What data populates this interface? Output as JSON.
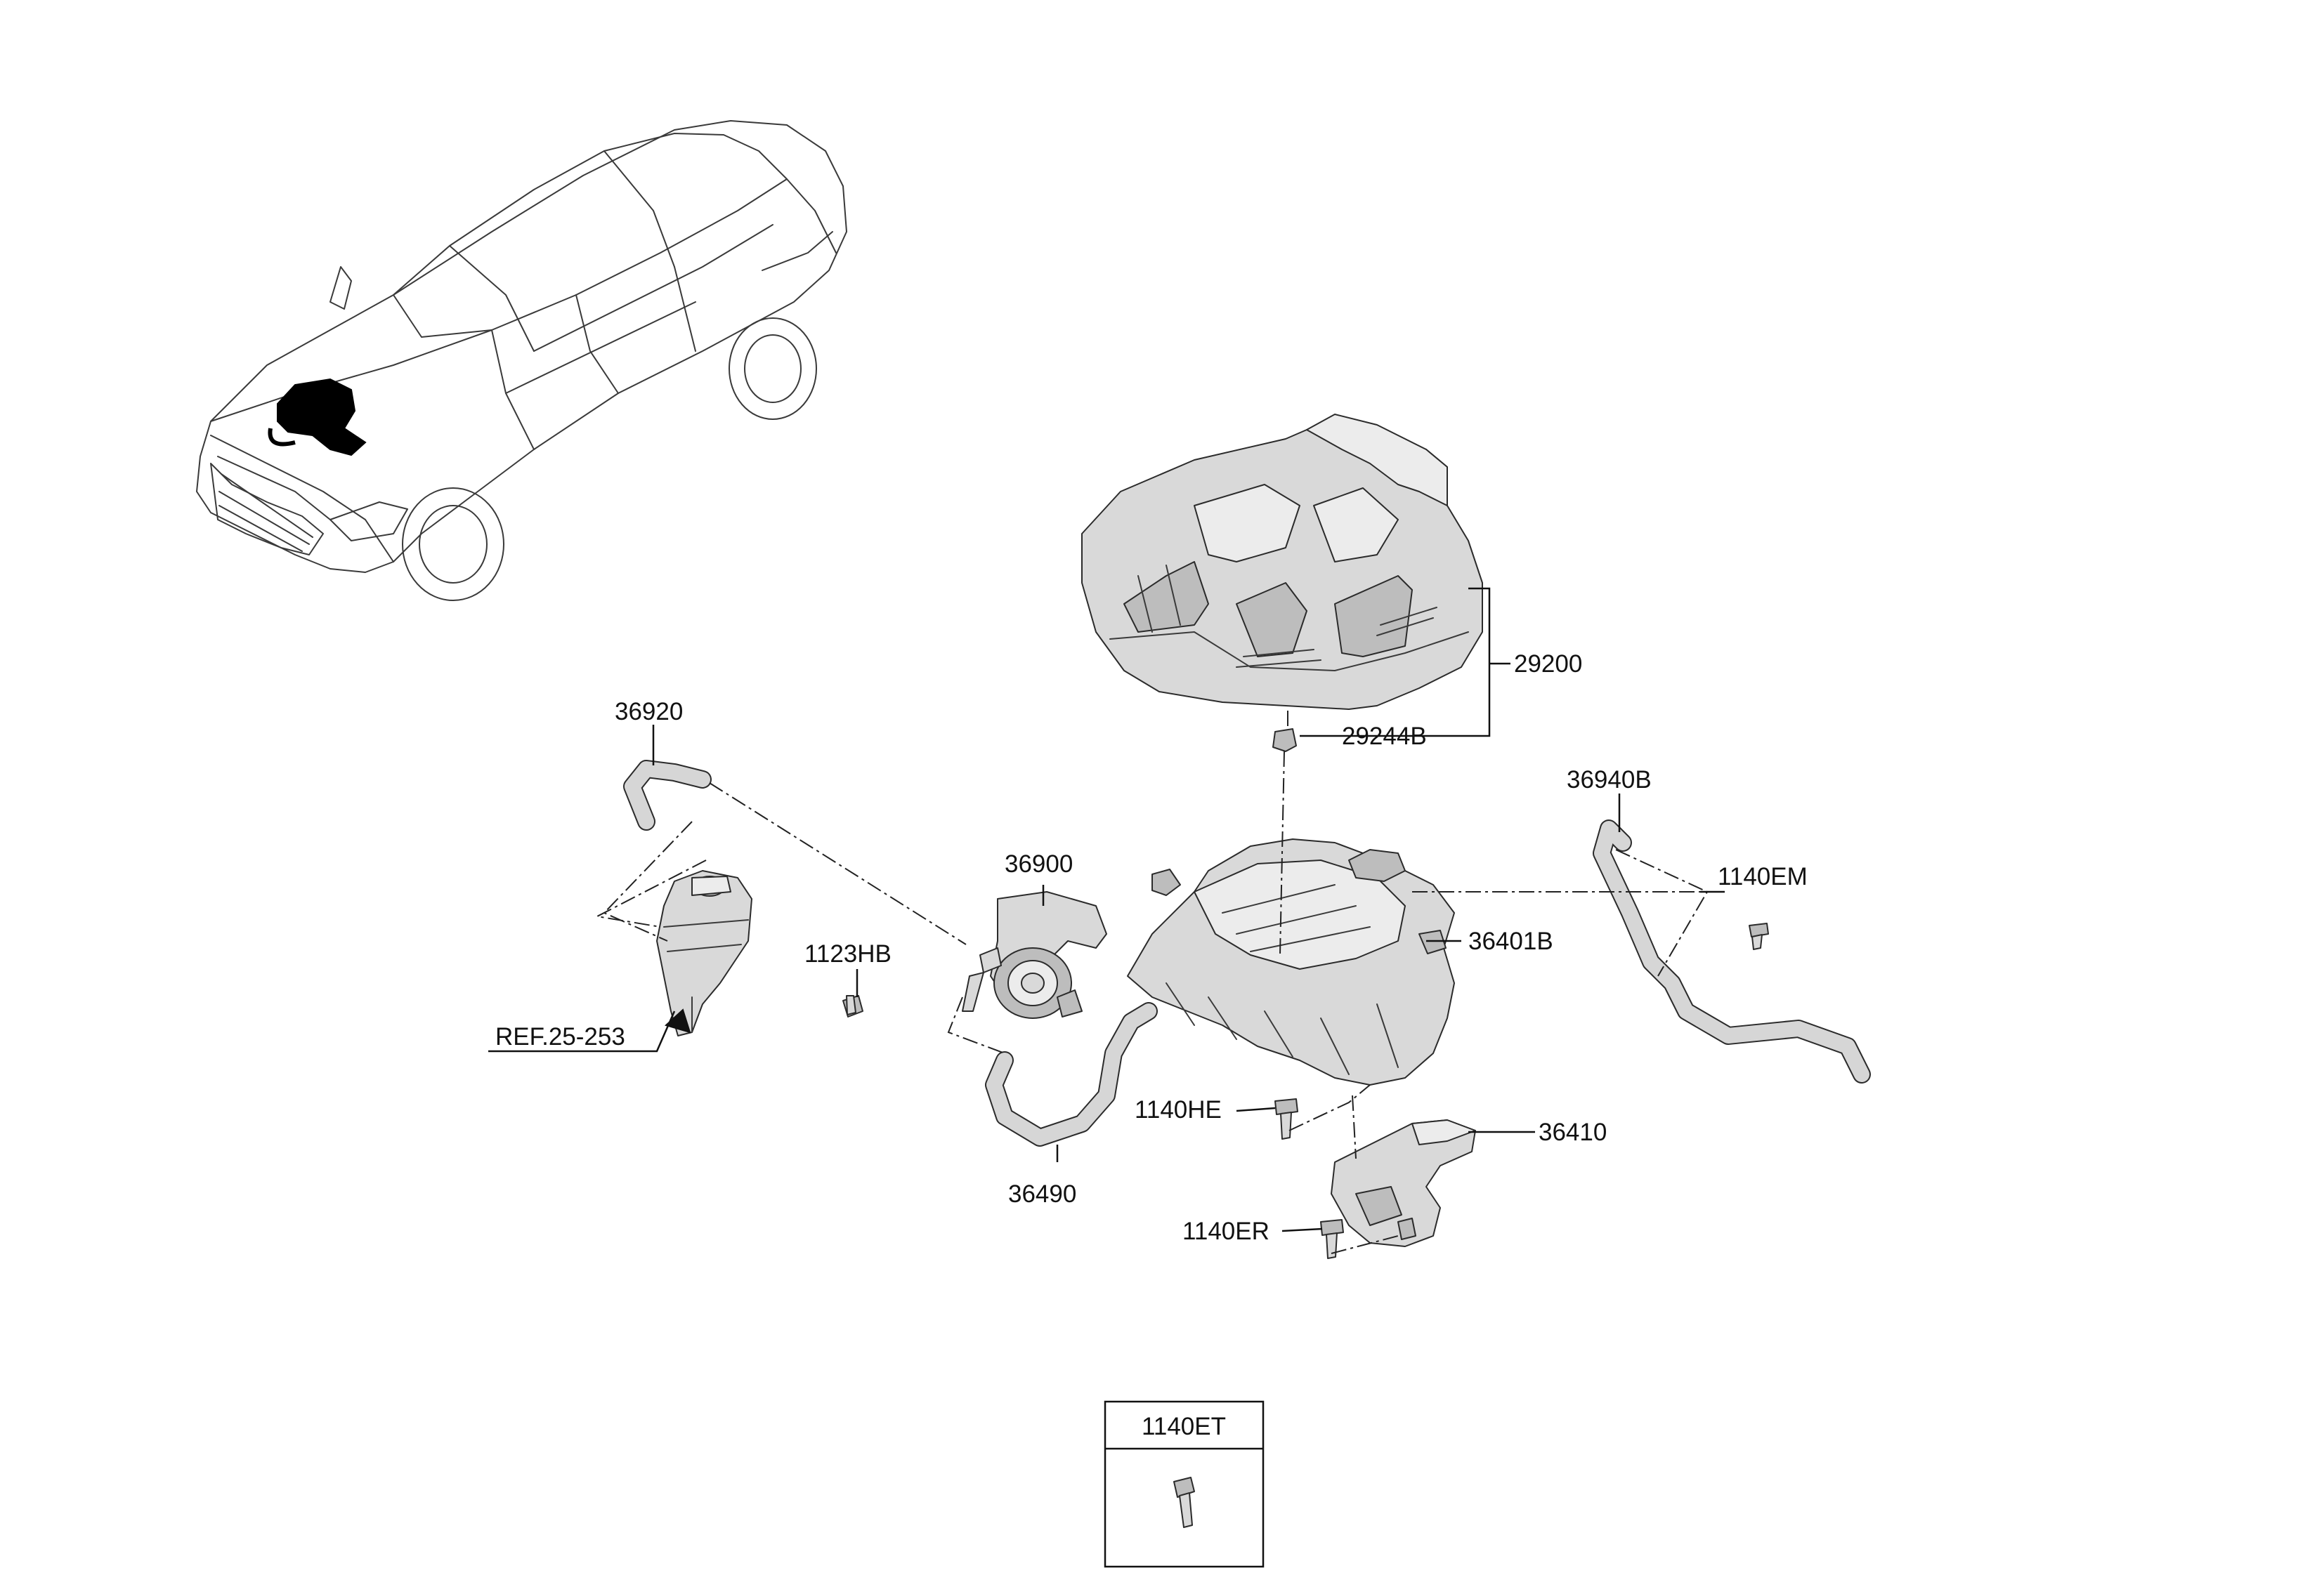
{
  "callouts": {
    "p29200": "29200",
    "p29244b": "29244B",
    "p36920": "36920",
    "p36940b": "36940B",
    "p36900": "36900",
    "p1140em": "1140EM",
    "p1123hb": "1123HB",
    "p36401b": "36401B",
    "ref": "REF.25-253",
    "p1140he": "1140HE",
    "p36410": "36410",
    "p36490": "36490",
    "p1140er": "1140ER"
  },
  "legend_box": {
    "label": "1140ET"
  }
}
